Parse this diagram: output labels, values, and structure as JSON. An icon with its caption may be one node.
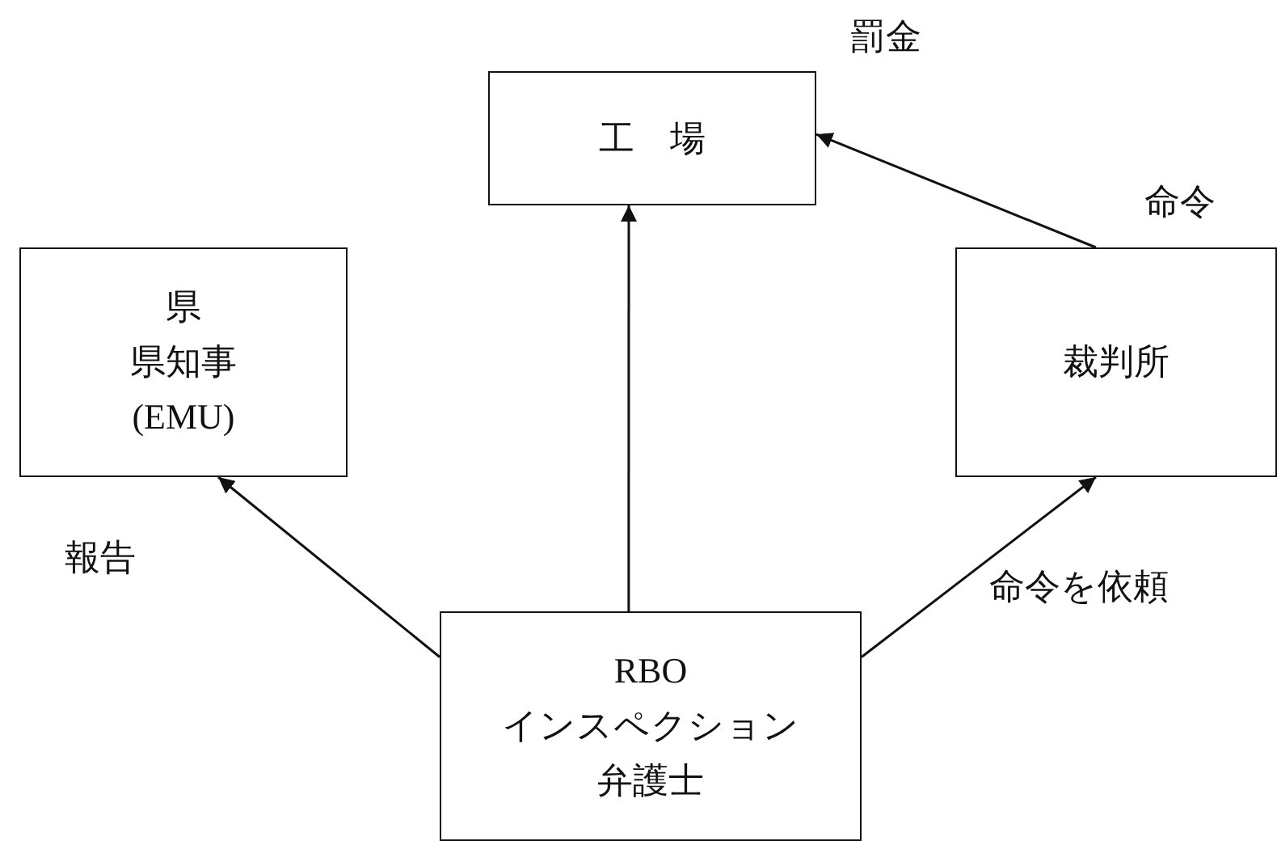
{
  "diagram": {
    "nodes": [
      {
        "text": [
          "工　場"
        ]
      },
      {
        "text": [
          "県",
          "県知事",
          "(EMU)"
        ]
      },
      {
        "text": [
          "裁判所"
        ]
      },
      {
        "text": [
          "RBO",
          "インスペクション",
          "弁護士"
        ]
      }
    ],
    "edges": [
      {
        "from": 3,
        "to": 0,
        "arrow": "to"
      },
      {
        "from": 3,
        "to": 1,
        "arrow": "to",
        "label": "報告"
      },
      {
        "from": 3,
        "to": 2,
        "arrow": "to",
        "label": "命令を依頼"
      },
      {
        "from": 2,
        "to": 0,
        "arrow": "to",
        "label": "命令"
      }
    ],
    "labels": [
      "罰金"
    ]
  }
}
